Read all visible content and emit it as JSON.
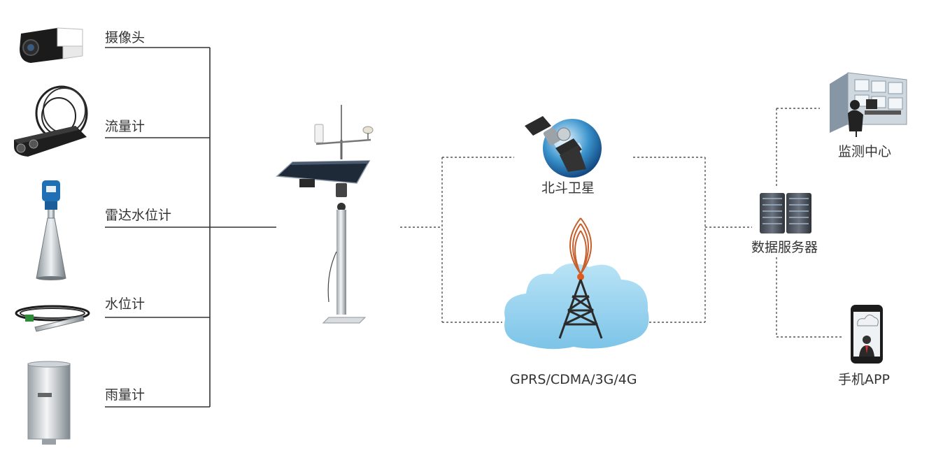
{
  "sensors": [
    {
      "label": "摄像头",
      "icon": "camera-icon"
    },
    {
      "label": "流量计",
      "icon": "flow-meter-icon"
    },
    {
      "label": "雷达水位计",
      "icon": "radar-level-meter-icon"
    },
    {
      "label": "水位计",
      "icon": "water-level-probe-icon"
    },
    {
      "label": "雨量计",
      "icon": "rain-gauge-icon"
    }
  ],
  "station": {
    "icon": "monitoring-station-pole-icon"
  },
  "channels": [
    {
      "label": "北斗卫星",
      "icon": "satellite-icon"
    },
    {
      "label": "GPRS/CDMA/3G/4G",
      "icon": "cell-tower-cloud-icon"
    }
  ],
  "server": {
    "label": "数据服务器",
    "icon": "server-rack-icon"
  },
  "clients": [
    {
      "label": "监测中心",
      "icon": "monitoring-center-icon"
    },
    {
      "label": "手机APP",
      "icon": "smartphone-icon"
    }
  ],
  "colors": {
    "solid_line": "#333333",
    "dashed_line": "#555555",
    "text": "#333333",
    "cloud": "#8fd0ee"
  }
}
